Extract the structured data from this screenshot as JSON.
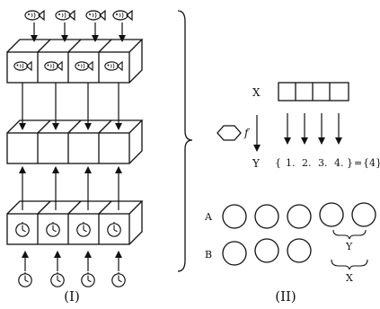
{
  "part_left": {
    "caption": "(I)"
  },
  "part_right": {
    "caption": "(II)",
    "label_x": "X",
    "label_y": "Y",
    "label_f": "f",
    "set_open": "{",
    "set_values": [
      "1.",
      "2.",
      "3.",
      "4."
    ],
    "set_close": "}",
    "equals": "=",
    "set_result": "{4}",
    "row_a_label": "A",
    "row_b_label": "B",
    "brace_y_label": "Y",
    "brace_x_label": "X"
  },
  "icons": {
    "fish": "fish-icon",
    "clock": "clock-icon",
    "double-arrow": "double-arrow-icon"
  },
  "colors": {
    "ink": "#111111",
    "paper": "#ffffff"
  }
}
